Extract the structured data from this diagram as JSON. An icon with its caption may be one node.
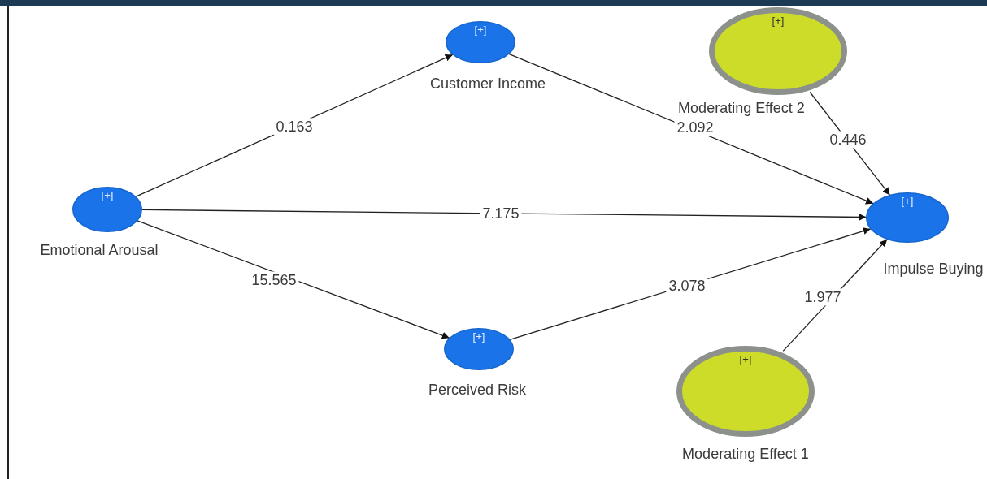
{
  "diagram": {
    "nodes": [
      {
        "text": [
          "[+]",
          "Customer Income"
        ]
      },
      {
        "text": [
          "[+]",
          "Moderating Effect 2"
        ]
      },
      {
        "text": [
          "[+]",
          "Emotional Arousal"
        ]
      },
      {
        "text": [
          "[+]",
          "Impulse Buying"
        ]
      },
      {
        "text": [
          "[+]",
          "Perceived Risk"
        ]
      },
      {
        "text": [
          "[+]",
          "Moderating Effect 1"
        ]
      }
    ],
    "edges": [
      {
        "from": 2,
        "to": 0,
        "arrow": "to",
        "label": "0.163"
      },
      {
        "from": 0,
        "to": 3,
        "arrow": "to",
        "label": "2.092"
      },
      {
        "from": 1,
        "to": 3,
        "arrow": "to",
        "label": "0.446"
      },
      {
        "from": 2,
        "to": 3,
        "arrow": "to",
        "label": "7.175"
      },
      {
        "from": 2,
        "to": 4,
        "arrow": "to",
        "label": "15.565"
      },
      {
        "from": 4,
        "to": 3,
        "arrow": "to",
        "label": "3.078"
      },
      {
        "from": 5,
        "to": 3,
        "arrow": "to",
        "label": "1.977"
      }
    ]
  }
}
